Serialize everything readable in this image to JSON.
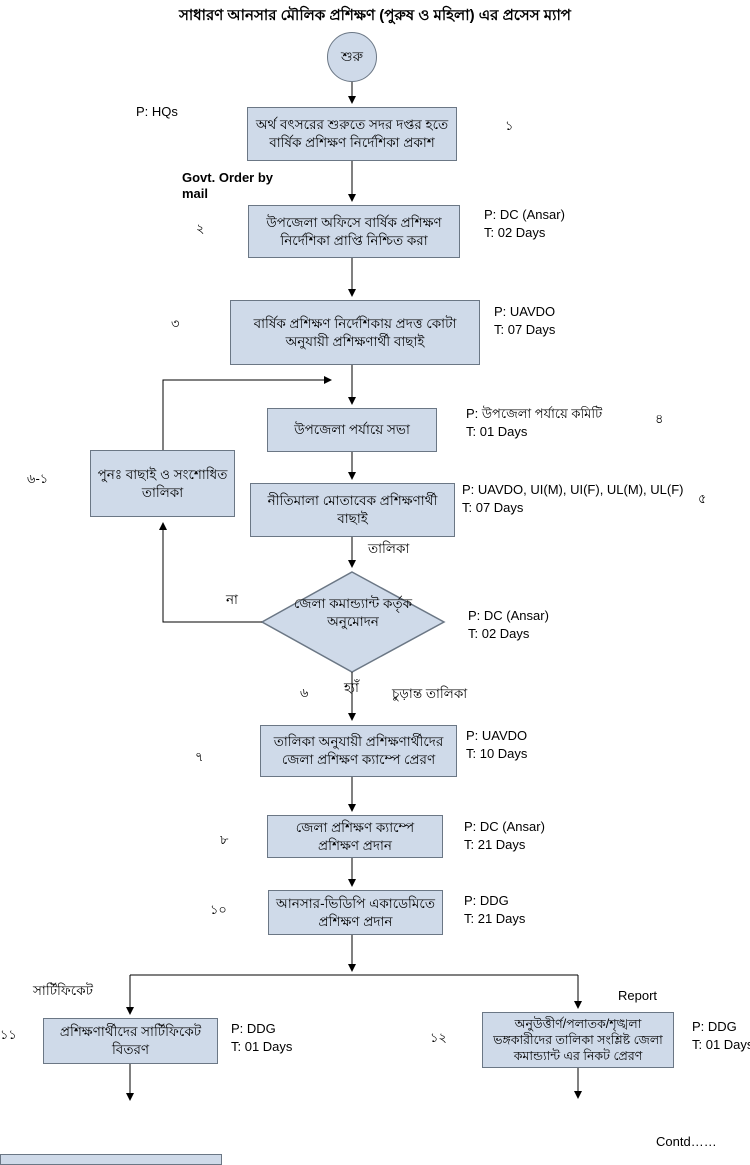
{
  "title": "সাধারণ আনসার মৌলিক প্রশিক্ষণ (পুরুষ ও মহিলা) এর প্রসেস ম্যাপ",
  "colors": {
    "node_fill": "#cfdae9",
    "node_border": "#6b7785"
  },
  "start": {
    "label": "শুরু"
  },
  "steps": {
    "s1": {
      "num": "১",
      "text": "অর্থ বৎসরের শুরুতে সদর দপ্তর হতে বার্ষিক প্রশিক্ষণ নির্দেশিকা প্রকাশ"
    },
    "s2": {
      "num": "২",
      "text": "উপজেলা অফিসে বার্ষিক প্রশিক্ষণ নির্দেশিকা প্রাপ্তি নিশ্চিত করা"
    },
    "s3": {
      "num": "৩",
      "text": "বার্ষিক প্রশিক্ষণ নির্দেশিকায় প্রদত্ত কোটা অনুযায়ী প্রশিক্ষণার্থী বাছাই"
    },
    "s4": {
      "num": "৪",
      "text": "উপজেলা পর্যায়ে সভা"
    },
    "s5": {
      "num": "৫",
      "text": "নীতিমালা মোতাবেক প্রশিক্ষণার্থী বাছাই"
    },
    "rework": {
      "num": "৬-১",
      "text": "পুনঃ  বাছাই ও সংশোধিত তালিকা"
    },
    "decision": {
      "num": "৬",
      "text": "জেলা কমান্ড্যান্ট কর্তৃক অনুমোদন"
    },
    "s7": {
      "num": "৭",
      "text": "তালিকা অনুযায়ী প্রশিক্ষণার্থীদের জেলা প্রশিক্ষণ ক্যাম্পে প্রেরণ"
    },
    "s8": {
      "num": "৮",
      "text": "জেলা প্রশিক্ষণ ক্যাম্পে প্রশিক্ষণ প্রদান"
    },
    "s10": {
      "num": "১০",
      "text": "আনসার-ভিডিপি একাডেমিতে প্রশিক্ষণ প্রদান"
    },
    "s11": {
      "num": "১১",
      "text": "প্রশিক্ষণার্থীদের সার্টিফিকেট বিতরণ"
    },
    "s12": {
      "num": "১২",
      "text": "অনুউত্তীর্ণ/পলাতক/শৃঙ্খলা ভঙ্গকারীদের তালিকা সংশ্লিষ্ট জেলা কমান্ড্যান্ট এর নিকট প্রেরণ"
    }
  },
  "annotations": {
    "p_hqs": "P: HQs",
    "govt_order": "Govt. Order by mail",
    "pt2": {
      "p": "P: DC (Ansar)",
      "t": "T: 02 Days"
    },
    "pt3": {
      "p": "P: UAVDO",
      "t": "T: 07 Days"
    },
    "pt4": {
      "p": "P: উপজেলা পর্যায়ে কমিটি",
      "t": "T: 01 Days"
    },
    "pt5": {
      "p": "P: UAVDO, UI(M), UI(F), UL(M), UL(F)",
      "t": "T: 07 Days"
    },
    "pt6": {
      "p": "P: DC (Ansar)",
      "t": "T: 02 Days"
    },
    "pt7": {
      "p": "P: UAVDO",
      "t": "T: 10 Days"
    },
    "pt8": {
      "p": "P: DC (Ansar)",
      "t": "T: 21 Days"
    },
    "pt10": {
      "p": "P: DDG",
      "t": "T: 21 Days"
    },
    "pt11": {
      "p": "P: DDG",
      "t": "T: 01 Days"
    },
    "pt12": {
      "p": "P: DDG",
      "t": "T: 01 Days"
    }
  },
  "edge_labels": {
    "talika": "তালিকা",
    "na": "না",
    "hya": "হ্যাঁ",
    "final_list": "চুড়ান্ত তালিকা",
    "certificate": "সার্টিফিকেট",
    "report": "Report"
  },
  "footer": {
    "contd": "Contd……"
  }
}
